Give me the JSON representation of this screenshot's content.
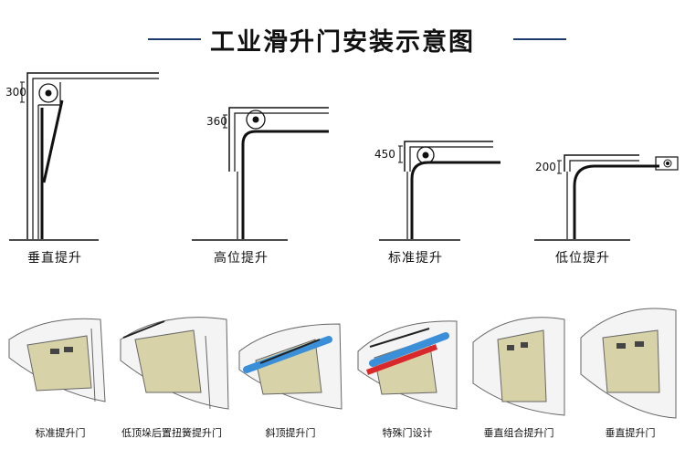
{
  "title": "工业滑升门安装示意图",
  "lift_types": [
    {
      "label": "垂直提升",
      "clearance": "300"
    },
    {
      "label": "高位提升",
      "clearance": "360"
    },
    {
      "label": "标准提升",
      "clearance": "450"
    },
    {
      "label": "低位提升",
      "clearance": "200"
    }
  ],
  "door_types": [
    {
      "label": "标准提升门"
    },
    {
      "label": "低顶垛后置扭簧提升门"
    },
    {
      "label": "斜顶提升门"
    },
    {
      "label": "特殊门设计"
    },
    {
      "label": "垂直组合提升门"
    },
    {
      "label": "垂直提升门"
    }
  ],
  "colors": {
    "accent_line": "#1c3a6e",
    "track": "#111111",
    "door_panel": "#d8d2a8",
    "spring_blue": "#3a8fd8",
    "spring_red": "#d8282c"
  }
}
